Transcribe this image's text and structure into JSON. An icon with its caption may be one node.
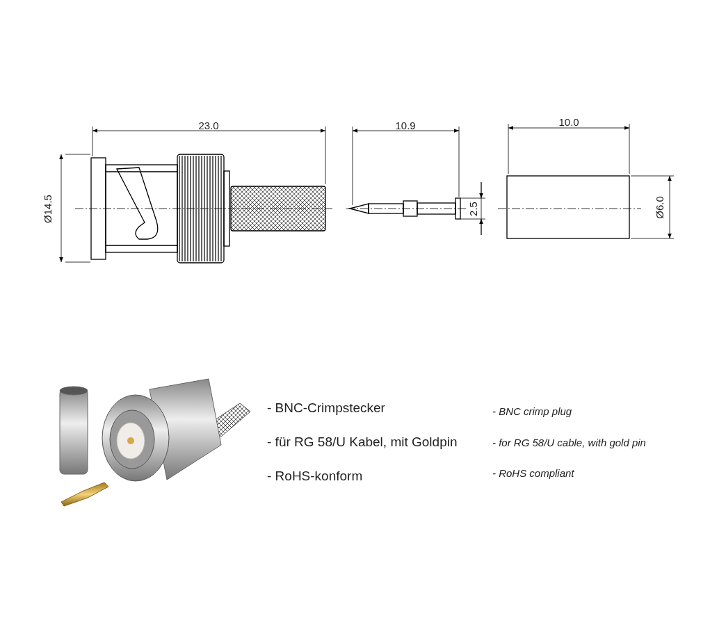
{
  "diagram": {
    "labels": [
      "23.0",
      "10.9",
      "10.0",
      "Ø14.5",
      "2.5",
      "Ø6.0",
      "- BNC-Crimpstecker",
      "- BNC crimp plug",
      "- für RG 58/U Kabel, mit Goldpin",
      "- for RG 58/U cable, with gold pin",
      "- RoHS-konform",
      "- RoHS compliant"
    ]
  }
}
